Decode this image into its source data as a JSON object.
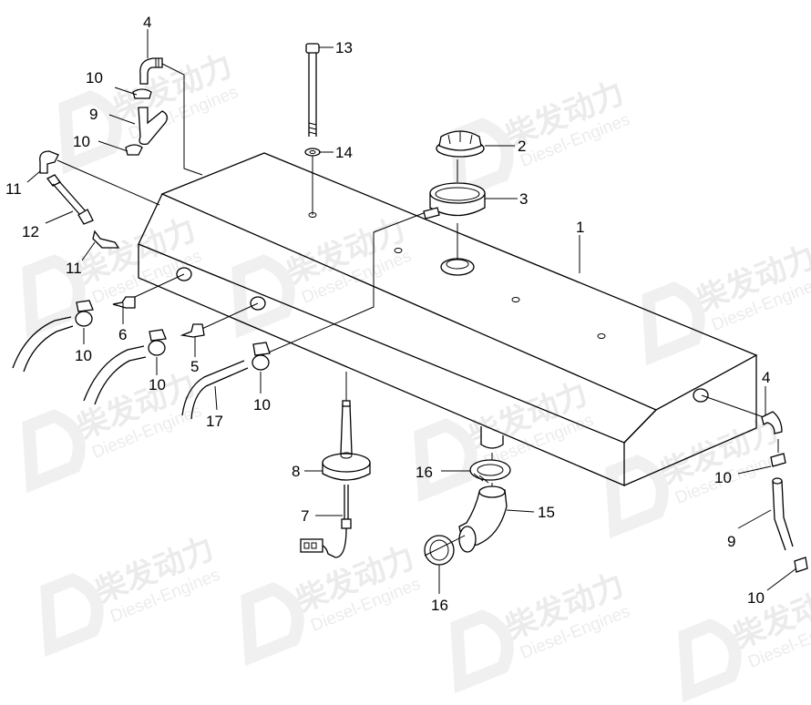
{
  "diagram": {
    "type": "exploded parts diagram",
    "subject": "Fuel/expansion tank assembly",
    "watermark": {
      "cn": "柴发动力",
      "en": "Diesel-Engines"
    },
    "callouts": [
      {
        "id": "c1",
        "label": "1",
        "part": "tank"
      },
      {
        "id": "c2",
        "label": "2",
        "part": "filler cap"
      },
      {
        "id": "c3",
        "label": "3",
        "part": "filler neck ring"
      },
      {
        "id": "c4a",
        "label": "4",
        "part": "elbow fitting (top left)"
      },
      {
        "id": "c4b",
        "label": "4",
        "part": "elbow fitting (right)"
      },
      {
        "id": "c5",
        "label": "5",
        "part": "nipple"
      },
      {
        "id": "c6",
        "label": "6",
        "part": "nipple"
      },
      {
        "id": "c7",
        "label": "7",
        "part": "sensor cable"
      },
      {
        "id": "c8",
        "label": "8",
        "part": "level sensor"
      },
      {
        "id": "c9a",
        "label": "9",
        "part": "hose (top left)"
      },
      {
        "id": "c9b",
        "label": "9",
        "part": "hose (right)"
      },
      {
        "id": "c10a",
        "label": "10",
        "part": "hose clamp"
      },
      {
        "id": "c10b",
        "label": "10",
        "part": "hose clamp"
      },
      {
        "id": "c10c",
        "label": "10",
        "part": "hose clamp"
      },
      {
        "id": "c10d",
        "label": "10",
        "part": "hose clamp"
      },
      {
        "id": "c10e",
        "label": "10",
        "part": "hose clamp"
      },
      {
        "id": "c10f",
        "label": "10",
        "part": "hose clamp"
      },
      {
        "id": "c10g",
        "label": "10",
        "part": "hose clamp"
      },
      {
        "id": "c11a",
        "label": "11",
        "part": "elbow union"
      },
      {
        "id": "c11b",
        "label": "11",
        "part": "union"
      },
      {
        "id": "c12",
        "label": "12",
        "part": "pipe"
      },
      {
        "id": "c13",
        "label": "13",
        "part": "bolt"
      },
      {
        "id": "c14",
        "label": "14",
        "part": "washer"
      },
      {
        "id": "c15",
        "label": "15",
        "part": "elbow hose"
      },
      {
        "id": "c16a",
        "label": "16",
        "part": "hose clamp"
      },
      {
        "id": "c16b",
        "label": "16",
        "part": "hose clamp"
      },
      {
        "id": "c17",
        "label": "17",
        "part": "hose"
      }
    ]
  }
}
